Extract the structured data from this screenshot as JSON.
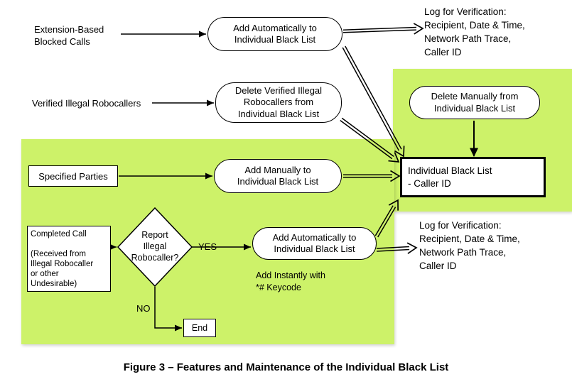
{
  "caption": "Figure 3 – Features and Maintenance of the Individual Black List",
  "colors": {
    "panel_green": "#cdf269",
    "line_black": "#000000"
  },
  "labels": {
    "extension_blocked": "Extension-Based\nBlocked Calls",
    "verified_robocallers": "Verified Illegal Robocallers",
    "log_top": "Log for Verification:\nRecipient, Date & Time,\nNetwork Path Trace,\nCaller ID",
    "log_bottom": "Log for Verification:\nRecipient, Date & Time,\nNetwork Path Trace,\nCaller ID",
    "keycode_note": "Add Instantly with\n*# Keycode",
    "yes": "YES",
    "no": "NO"
  },
  "nodes": {
    "add_auto_top": "Add Automatically to\nIndividual Black List",
    "delete_verified": "Delete Verified Illegal\nRobocallers from\nIndividual Black List",
    "delete_manual": "Delete Manually from\nIndividual Black List",
    "add_manual": "Add Manually to\nIndividual Black List",
    "add_auto_bottom": "Add Automatically to\nIndividual Black List",
    "specified_parties": "Specified Parties",
    "completed_call": "Completed Call\n\n(Received from\nIllegal Robocaller\nor other Undesirable)",
    "report_diamond": "Report\nIllegal\nRobocaller?",
    "individual_black_list": "Individual Black List\n - Caller ID",
    "end": "End"
  }
}
